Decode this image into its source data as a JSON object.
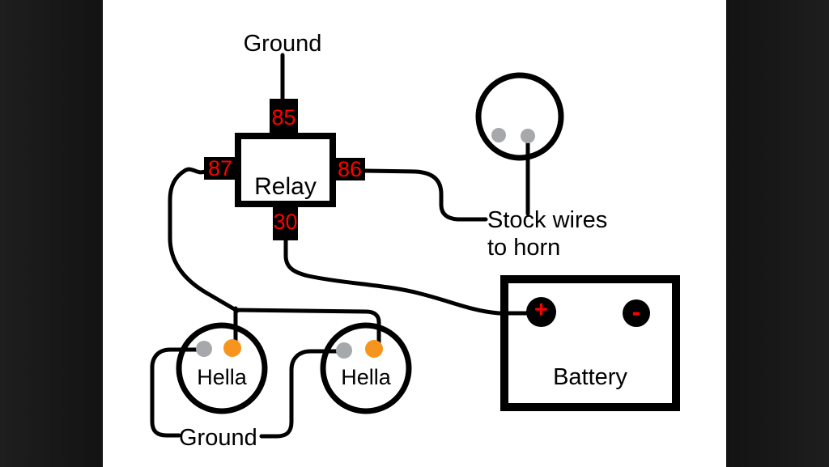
{
  "labels": {
    "ground_top": "Ground",
    "relay": "Relay",
    "terminal_85": "85",
    "terminal_87": "87",
    "terminal_86": "86",
    "terminal_30": "30",
    "stock_wires_line1": "Stock wires",
    "stock_wires_line2": "to horn",
    "battery": "Battery",
    "battery_positive": "+",
    "battery_negative": "-",
    "hella_left": "Hella",
    "hella_right": "Hella",
    "ground_bottom": "Ground"
  },
  "colors": {
    "terminal_text": "#ff0000",
    "wire": "#000000",
    "pin_orange": "#f7941e",
    "pin_gray": "#a6a8ab",
    "background": "#ffffff",
    "letterbox": "#181818"
  }
}
